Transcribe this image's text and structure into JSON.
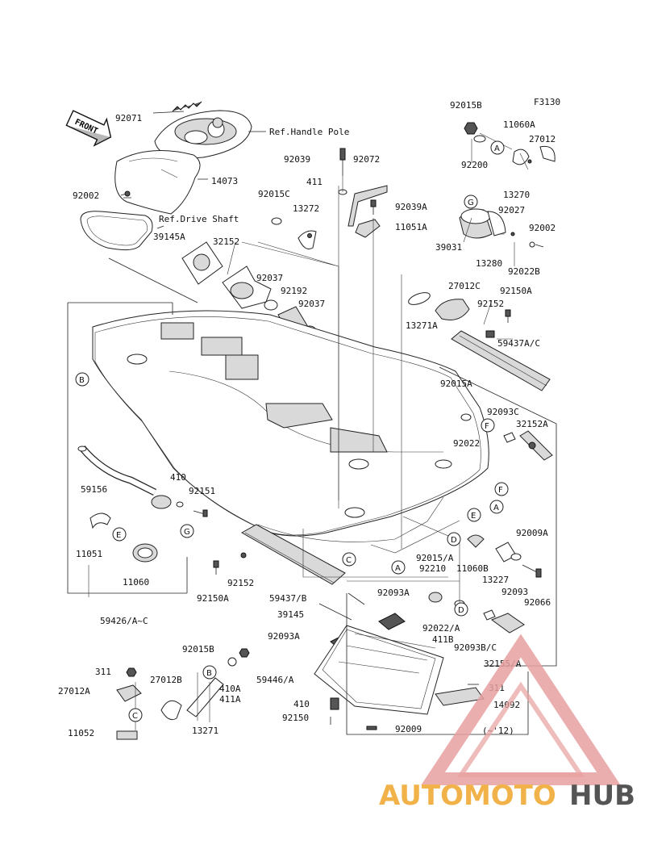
{
  "figure_code": "F3130",
  "front_label": "FRONT",
  "ref_labels": [
    "Ref.Handle Pole",
    "Ref.Drive Shaft"
  ],
  "part_numbers": {
    "p92071": "92071",
    "p14073": "14073",
    "p92002a": "92002",
    "p39145A": "39145A",
    "p92039": "92039",
    "p92072": "92072",
    "p411": "411",
    "p92015C": "92015C",
    "p92039A": "92039A",
    "p13272": "13272",
    "p11051A": "11051A",
    "p32152": "32152",
    "p92037a": "92037",
    "p92192": "92192",
    "p92037b": "92037",
    "p92015B_top": "92015B",
    "p11060A": "11060A",
    "p27012": "27012",
    "p92200": "92200",
    "p13270": "13270",
    "p92027": "92027",
    "p92002b": "92002",
    "p39031": "39031",
    "p13280": "13280",
    "p92022B": "92022B",
    "p27012C": "27012C",
    "p92150A_top": "92150A",
    "p92152_top": "92152",
    "p13271A": "13271A",
    "p59437AC": "59437A/C",
    "p92015A": "92015A",
    "p92093C": "92093C",
    "p32152A": "32152A",
    "p92022": "92022",
    "p59156": "59156",
    "p410a": "410",
    "p92151": "92151",
    "p11051": "11051",
    "p11060": "11060",
    "p92152_mid": "92152",
    "p92150A_mid": "92150A",
    "p59437B": "59437/B",
    "p59426": "59426/A~C",
    "p92009A": "92009A",
    "p92015_A": "92015/A",
    "p11060B": "11060B",
    "p92210": "92210",
    "p13227": "13227",
    "p92093": "92093",
    "p92066": "92066",
    "p39145": "39145",
    "p92093A_a": "92093A",
    "p92093A_b": "92093A",
    "p92022_A": "92022/A",
    "p411B": "411B",
    "p92093B_C": "92093B/C",
    "p32155A": "32155/A",
    "p92015B_bot": "92015B",
    "p311a": "311",
    "p27012A": "27012A",
    "p27012B": "27012B",
    "p410A411A_1": "410A",
    "p410A411A_2": "411A",
    "p13271": "13271",
    "p11052": "11052",
    "p59446A": "59446/A",
    "p410b": "410",
    "p92150": "92150",
    "p92009": "92009",
    "p311b": "311",
    "p14092": "14092",
    "p12": "(~'12)"
  },
  "callout_letters": {
    "A1": "A",
    "A2": "A",
    "A3": "A",
    "B1": "B",
    "B2": "B",
    "C1": "C",
    "C2": "C",
    "D1": "D",
    "D2": "D",
    "E1": "E",
    "E2": "E",
    "F1": "F",
    "F2": "F",
    "G1": "G",
    "G2": "G"
  },
  "watermark": {
    "brand_first": "AUTOMOTO",
    "brand_second": "HUB",
    "color_primary": "#e8a0a0",
    "color_accent": "#f2b24a",
    "color_dark": "#555555"
  }
}
